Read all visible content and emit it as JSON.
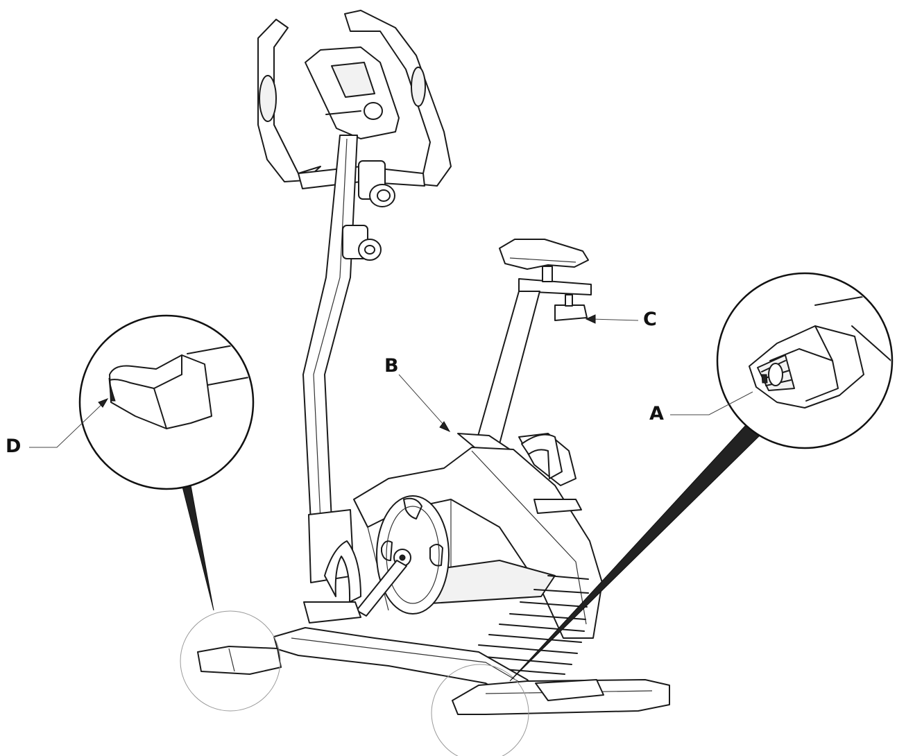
{
  "callouts": {
    "a": "A",
    "b": "B",
    "c": "C",
    "d": "D"
  },
  "colors": {
    "line": "#1a1a1a",
    "background": "#ffffff"
  }
}
